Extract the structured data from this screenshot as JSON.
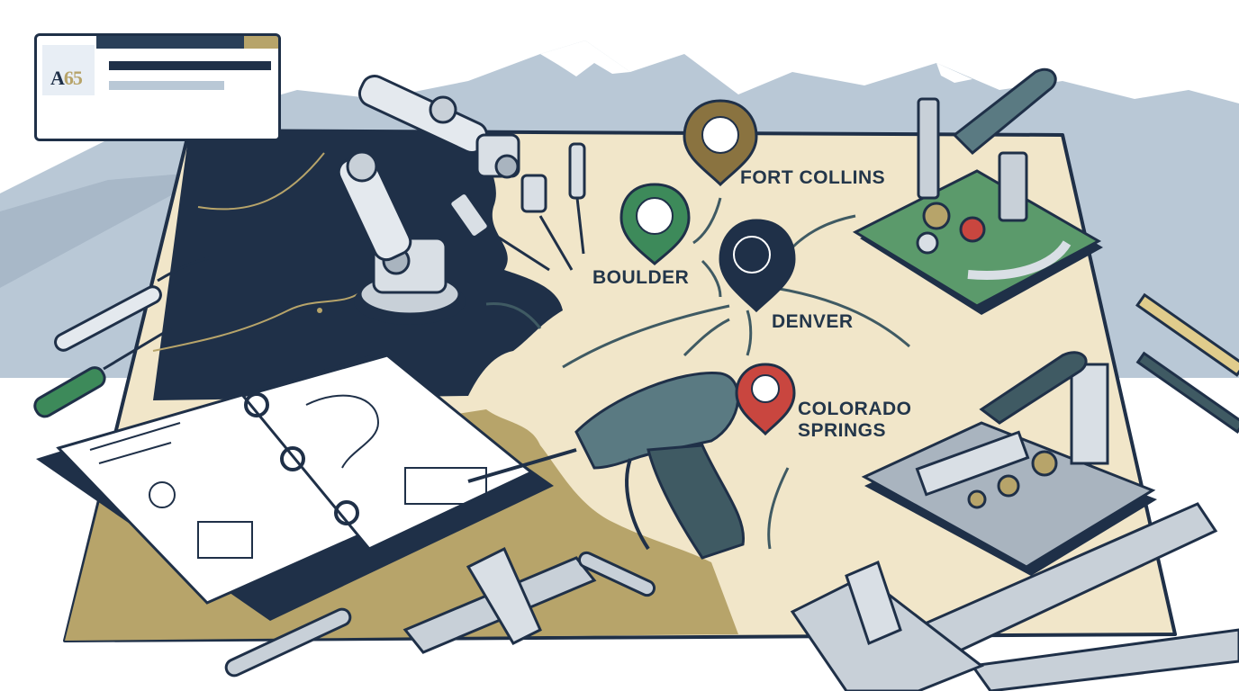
{
  "logo": {
    "mark_prefix": "A",
    "mark_digits": "65"
  },
  "cities": {
    "fort_collins": "FORT COLLINS",
    "boulder": "BOULDER",
    "denver": "DENVER",
    "colorado_springs_line1": "COLORADO",
    "colorado_springs_line2": "SPRINGS"
  },
  "colors": {
    "navy": "#1f3048",
    "tan": "#b7a46a",
    "map_cream": "#f1e6c9",
    "pin_gold": "#8a7340",
    "pin_green": "#3d8a5a",
    "pin_red": "#c9463f",
    "mountain": "#b9c8d6"
  },
  "icons": [
    "robot-arm-icon",
    "drill-icon",
    "caliper-icon",
    "wrench-icon",
    "screwdriver-icon",
    "blueprint-icon",
    "circuit-board-icon",
    "press-machine-icon",
    "ruler-icon",
    "pencil-icon",
    "map-pin-icon"
  ]
}
